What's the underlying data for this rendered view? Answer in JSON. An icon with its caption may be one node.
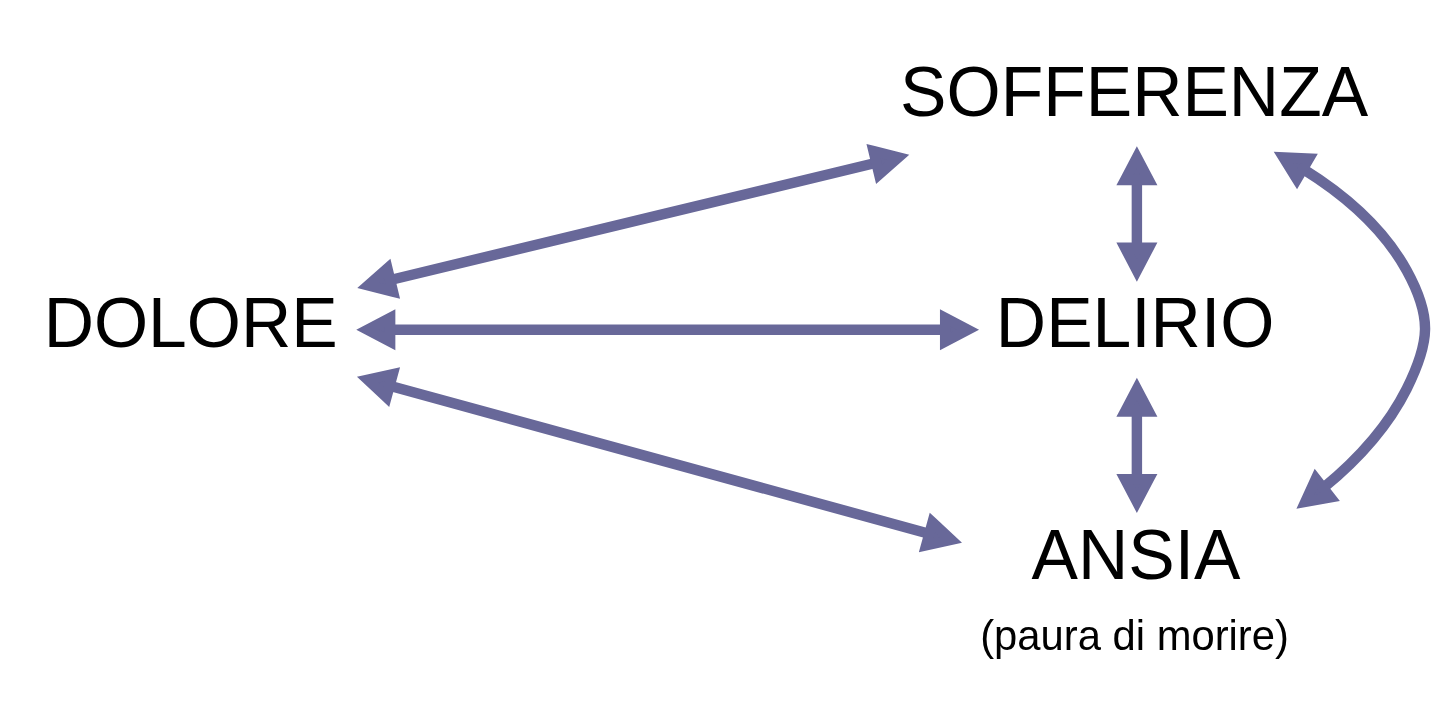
{
  "diagram": {
    "nodes": [
      {
        "text": [
          "SOFFERENZA"
        ]
      },
      {
        "text": [
          "DOLORE"
        ]
      },
      {
        "text": [
          "DELIRIO"
        ]
      },
      {
        "text": [
          "ANSIA"
        ],
        "beside": [
          "(paura di morire)"
        ]
      }
    ],
    "edges": [
      {
        "from": 0,
        "to": 1,
        "arrow": "both"
      },
      {
        "from": 0,
        "to": 2,
        "arrow": "both"
      },
      {
        "from": 0,
        "to": 3,
        "arrow": "both"
      },
      {
        "from": 1,
        "to": 2,
        "arrow": "both"
      },
      {
        "from": 1,
        "to": 3,
        "arrow": "both"
      },
      {
        "from": 2,
        "to": 3,
        "arrow": "both"
      }
    ]
  }
}
